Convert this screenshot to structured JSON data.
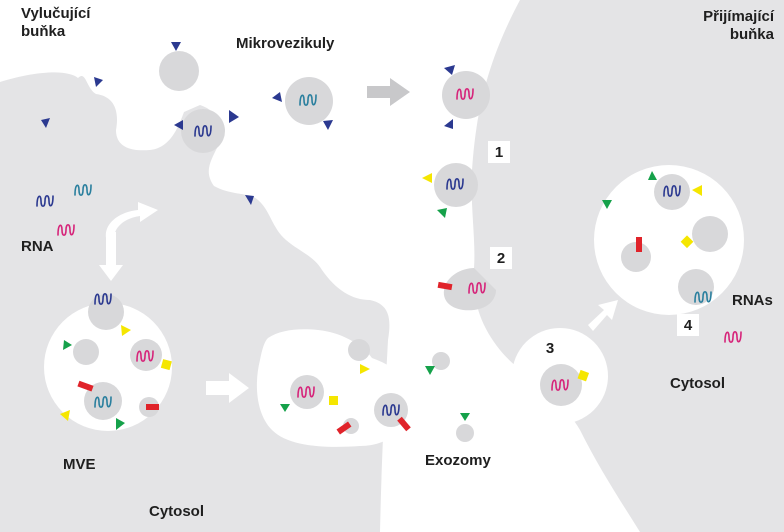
{
  "labels": {
    "secreting_cell": "Vylučující\nbuňka",
    "receiving_cell": "Přijímající\nbuňka",
    "microvesicles": "Mikrovezikuly",
    "rna": "RNA",
    "mve": "MVE",
    "cytosol_left": "Cytosol",
    "exosomes": "Exozomy",
    "rnas": "RNAs",
    "cytosol_right": "Cytosol"
  },
  "steps": [
    "1",
    "2",
    "3",
    "4"
  ],
  "colors": {
    "cell": "#e4e4e6",
    "vesicle": "#d8d8da",
    "white": "#ffffff",
    "navy": "#2b3990",
    "teal": "#2a7f9e",
    "magenta": "#d6247a",
    "red": "#e0232a",
    "green": "#15a14a",
    "yellow": "#f5e600",
    "arrow_gray": "#c8c8ca",
    "text": "#1f1f1f"
  }
}
